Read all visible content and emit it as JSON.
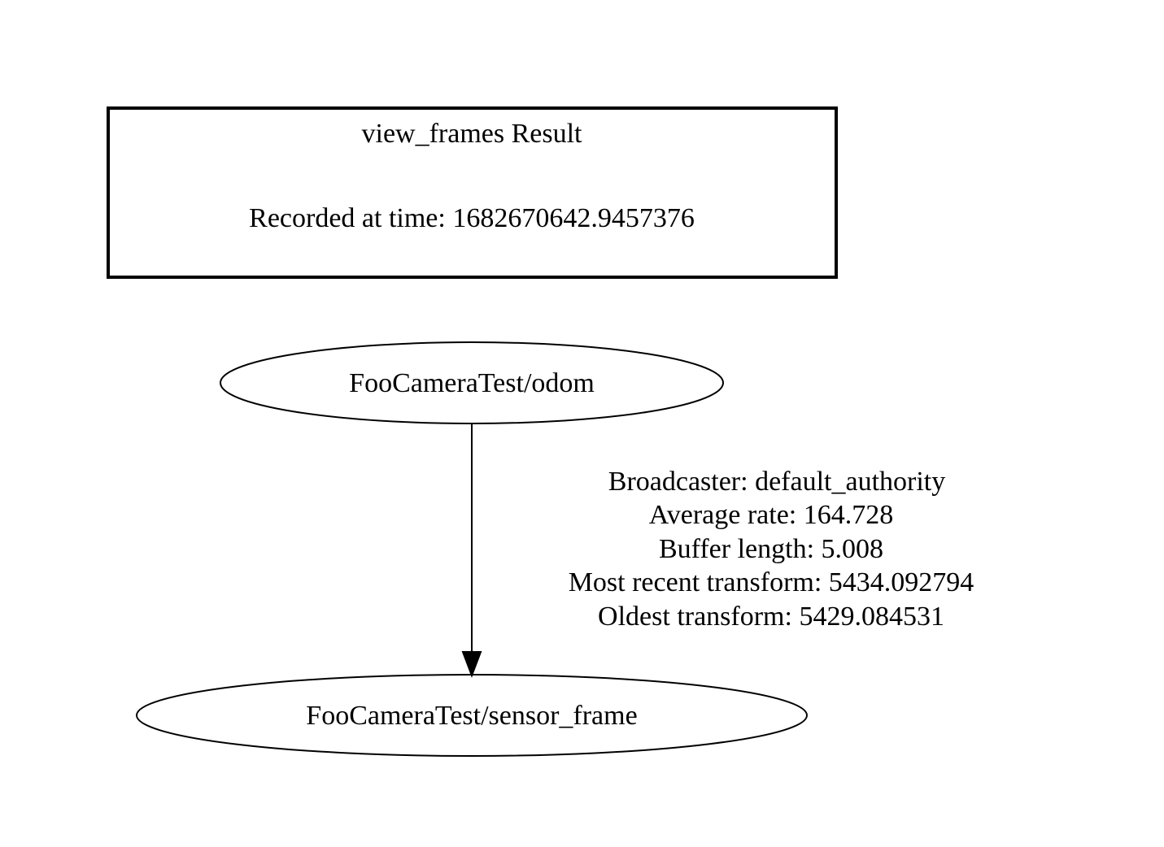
{
  "title_box": {
    "title": "view_frames Result",
    "recorded": "Recorded at time: 1682670642.9457376"
  },
  "nodes": [
    {
      "id": "odom",
      "label": "FooCameraTest/odom"
    },
    {
      "id": "sensor_frame",
      "label": "FooCameraTest/sensor_frame"
    }
  ],
  "edge": {
    "from": "FooCameraTest/odom",
    "to": "FooCameraTest/sensor_frame",
    "labels": [
      "Broadcaster: default_authority",
      "Average rate: 164.728",
      "Buffer length: 5.008",
      "Most recent transform: 5434.092794",
      "Oldest transform: 5429.084531"
    ]
  }
}
